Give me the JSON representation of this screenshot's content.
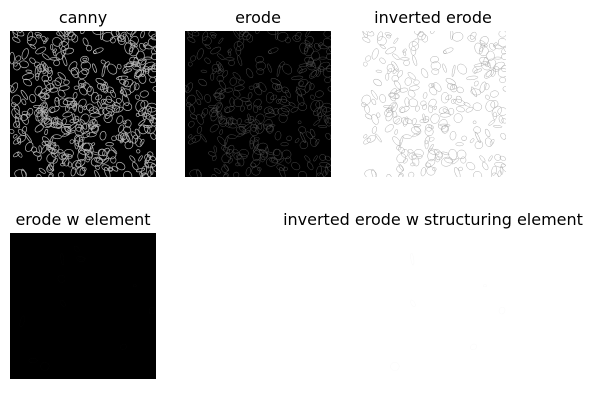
{
  "figure": {
    "background": "#ffffff",
    "panels": [
      {
        "title": "canny",
        "style": "white edges on black",
        "edge_color": "#c8c8c8",
        "bg_color": "#000000"
      },
      {
        "title": "erode",
        "style": "faint grey edges on black",
        "edge_color": "#707070",
        "bg_color": "#000000"
      },
      {
        "title": "inverted erode",
        "style": "grey edges on white",
        "edge_color": "#9a9a9a",
        "bg_color": "#ffffff"
      },
      {
        "title": "erode w element",
        "style": "nearly all black",
        "edge_color": "#0c0c0c",
        "bg_color": "#000000"
      },
      {
        "title": "inverted erode w structuring element",
        "style": "nearly all white",
        "edge_color": "#f2f2f2",
        "bg_color": "#ffffff"
      }
    ]
  }
}
